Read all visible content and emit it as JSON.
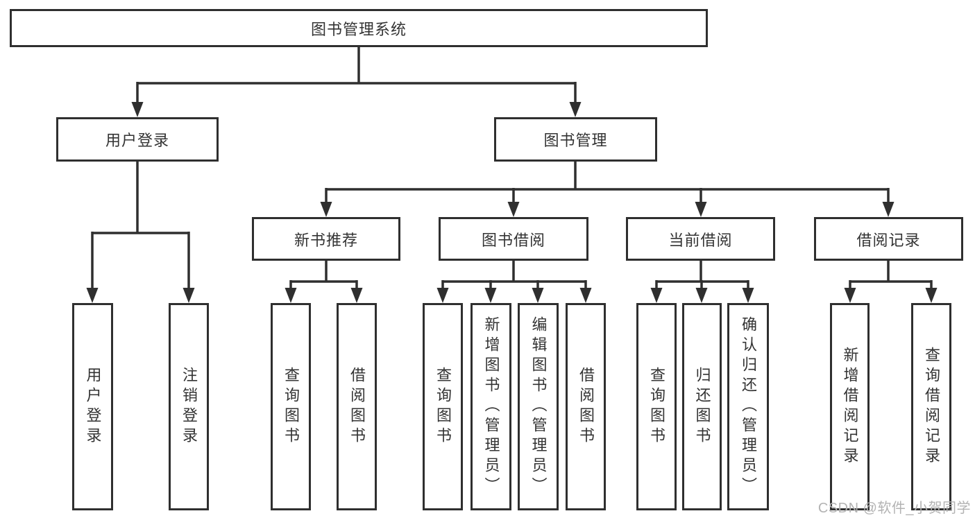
{
  "diagram": {
    "root": {
      "label": "图书管理系统"
    },
    "branches": [
      {
        "label": "用户登录",
        "children": [
          {
            "label": "用户登录"
          },
          {
            "label": "注销登录"
          }
        ]
      },
      {
        "label": "图书管理",
        "children": [
          {
            "label": "新书推荐",
            "children": [
              {
                "label": "查询图书"
              },
              {
                "label": "借阅图书"
              }
            ]
          },
          {
            "label": "图书借阅",
            "children": [
              {
                "label": "查询图书"
              },
              {
                "label": "新增图书（管理员）"
              },
              {
                "label": "编辑图书（管理员）"
              },
              {
                "label": "借阅图书"
              }
            ]
          },
          {
            "label": "当前借阅",
            "children": [
              {
                "label": "查询图书"
              },
              {
                "label": "归还图书"
              },
              {
                "label": "确认归还（管理员）"
              }
            ]
          },
          {
            "label": "借阅记录",
            "children": [
              {
                "label": "新增借阅记录"
              },
              {
                "label": "查询借阅记录"
              }
            ]
          }
        ]
      }
    ]
  },
  "watermark": {
    "text": "CSDN @软件_小贺同学"
  },
  "colors": {
    "line": "#2f2f2f",
    "box_background": "#ffffff",
    "text": "#333333",
    "watermark": "#b3b3b3"
  }
}
